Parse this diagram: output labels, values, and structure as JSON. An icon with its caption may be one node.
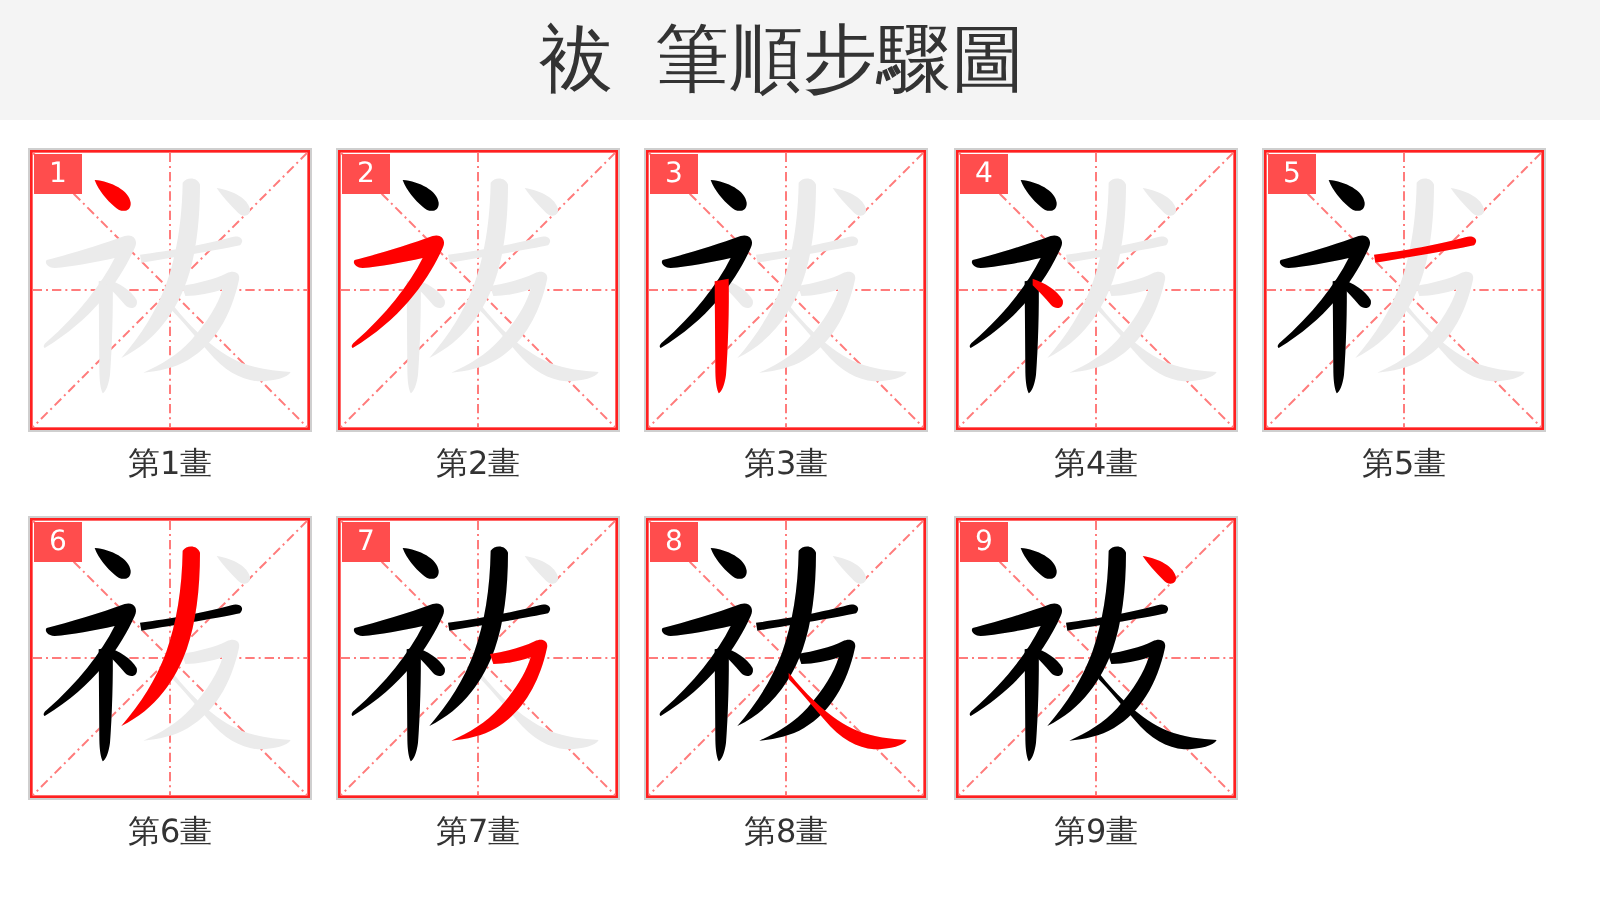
{
  "diagram": {
    "title": "袚 筆順步驟圖",
    "nodes": [
      {
        "text": [
          "1"
        ],
        "beside": [
          "第1畫"
        ]
      },
      {
        "text": [
          "2"
        ],
        "beside": [
          "第2畫"
        ]
      },
      {
        "text": [
          "3"
        ],
        "beside": [
          "第3畫"
        ]
      },
      {
        "text": [
          "4"
        ],
        "beside": [
          "第4畫"
        ]
      },
      {
        "text": [
          "5"
        ],
        "beside": [
          "第5畫"
        ]
      },
      {
        "text": [
          "6"
        ],
        "beside": [
          "第6畫"
        ]
      },
      {
        "text": [
          "7"
        ],
        "beside": [
          "第7畫"
        ]
      },
      {
        "text": [
          "8"
        ],
        "beside": [
          "第8畫"
        ]
      },
      {
        "text": [
          "9"
        ],
        "beside": [
          "第9畫"
        ]
      }
    ]
  }
}
